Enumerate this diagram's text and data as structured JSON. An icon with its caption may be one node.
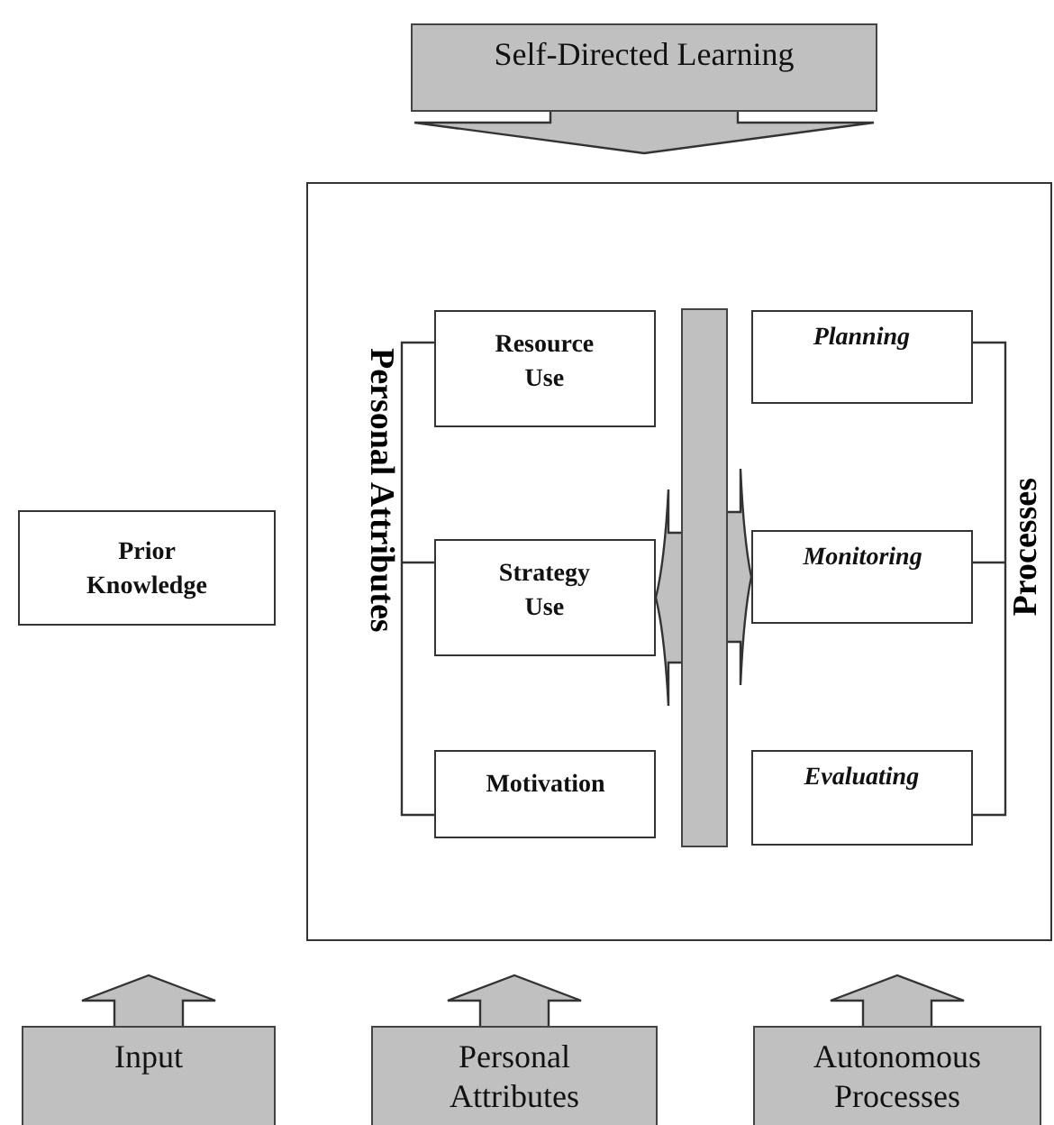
{
  "diagram": {
    "nodes": [
      {
        "text": [
          "Self-Directed Learning"
        ]
      },
      {
        "text": [],
        "shape": "box"
      },
      {
        "text": [
          "Prior Knowledge"
        ]
      },
      {
        "text": [
          "Resource Use"
        ],
        "in": 1
      },
      {
        "text": [
          "Strategy Use"
        ],
        "in": 1
      },
      {
        "text": [
          "Motivation"
        ],
        "in": 1
      },
      {
        "text": [
          "Planning"
        ],
        "in": 1
      },
      {
        "text": [
          "Monitoring"
        ],
        "in": 1
      },
      {
        "text": [
          "Evaluating"
        ],
        "in": 1
      },
      {
        "text": [],
        "shape": "bar",
        "in": 1
      },
      {
        "text": [
          "Input"
        ]
      },
      {
        "text": [
          "Personal Attributes"
        ]
      },
      {
        "text": [
          "Autonomous Processes"
        ]
      }
    ],
    "edges": [
      {
        "from": 0,
        "to": 1,
        "arrow": "to"
      },
      {
        "from": 9,
        "to": 4,
        "arrow": "to"
      },
      {
        "from": 9,
        "to": 7,
        "arrow": "to"
      },
      {
        "from": 10,
        "to": null,
        "arrow": "to"
      },
      {
        "from": 11,
        "to": 1,
        "arrow": "to"
      },
      {
        "from": 12,
        "to": 1,
        "arrow": "to"
      }
    ],
    "labels": [
      "Personal Attributes",
      "Processes"
    ]
  }
}
